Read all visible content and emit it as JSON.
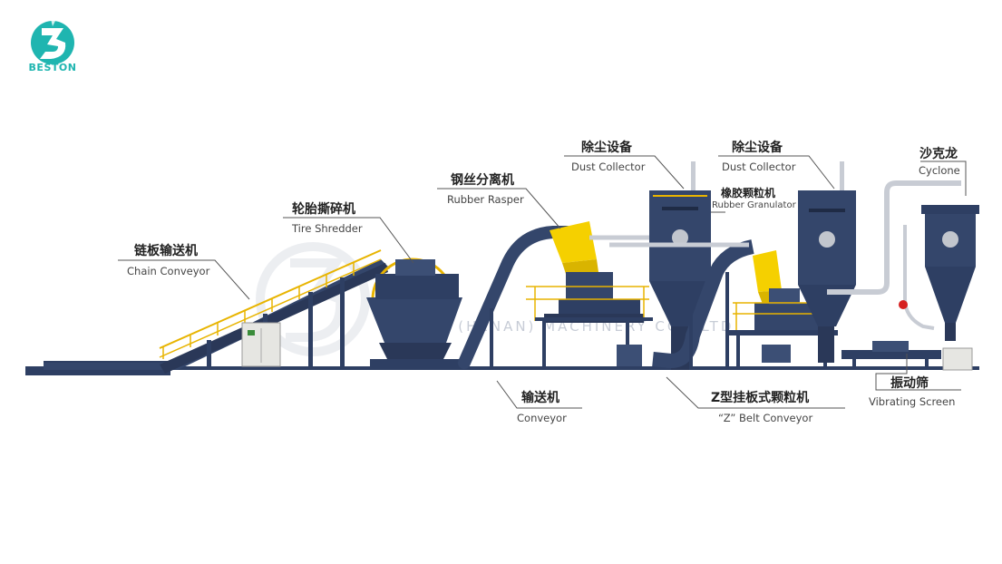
{
  "brand": {
    "name": "BESTON",
    "watermark": "BESTON (HENAN) MACHINERY CO., LTD",
    "color": "#1fb5b0"
  },
  "labels": {
    "chain_conveyor": {
      "cn": "链板输送机",
      "en": "Chain Conveyor"
    },
    "tire_shredder": {
      "cn": "轮胎撕碎机",
      "en": "Tire Shredder"
    },
    "rubber_rasper": {
      "cn": "钢丝分离机",
      "en": "Rubber Rasper"
    },
    "dust_collector_1": {
      "cn": "除尘设备",
      "en": "Dust Collector"
    },
    "dust_collector_2": {
      "cn": "除尘设备",
      "en": "Dust Collector"
    },
    "rubber_granulator": {
      "cn": "橡胶颗粒机",
      "en": "Rubber Granulator"
    },
    "cyclone": {
      "cn": "沙克龙",
      "en": "Cyclone"
    },
    "conveyor": {
      "cn": "输送机",
      "en": "Conveyor"
    },
    "z_belt_conveyor": {
      "cn": "Z型挂板式颗粒机",
      "en": "“Z” Belt Conveyor"
    },
    "vibrating_screen": {
      "cn": "振动筛",
      "en": "Vibrating Screen"
    }
  },
  "colors": {
    "machine": "#2e3f63",
    "machine_light": "#44587f",
    "rail": "#e8b400",
    "hopper": "#f5d000",
    "frame": "#34466b"
  }
}
